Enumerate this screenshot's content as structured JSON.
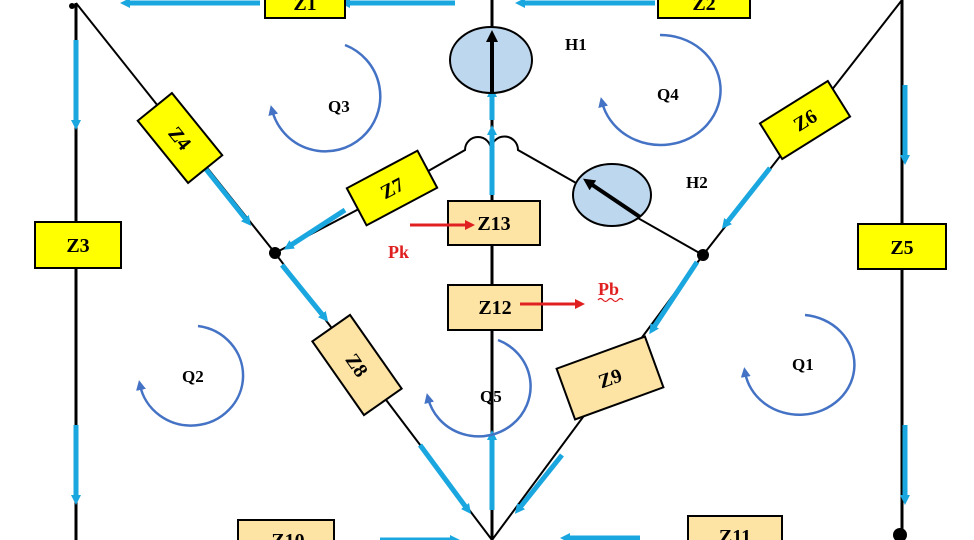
{
  "colors": {
    "wire": "#000000",
    "flow": "#1aa7e0",
    "loop": "#4472c4",
    "yellow_box": "#ffff00",
    "tan_box": "#fde3a4",
    "pump": "#bdd7ee",
    "force": "#e02020"
  },
  "elements": {
    "z1": "Z1",
    "z2": "Z2",
    "z3": "Z3",
    "z4": "Z4",
    "z5": "Z5",
    "z6": "Z6",
    "z7": "Z7",
    "z8": "Z8",
    "z9": "Z9",
    "z10": "Z10",
    "z11": "Z11",
    "z12": "Z12",
    "z13": "Z13"
  },
  "loops": {
    "q1": "Q1",
    "q2": "Q2",
    "q3": "Q3",
    "q4": "Q4",
    "q5": "Q5"
  },
  "sources": {
    "h1": "H1",
    "h2": "H2"
  },
  "labels": {
    "pk": "Pk",
    "pb": "Pb"
  }
}
